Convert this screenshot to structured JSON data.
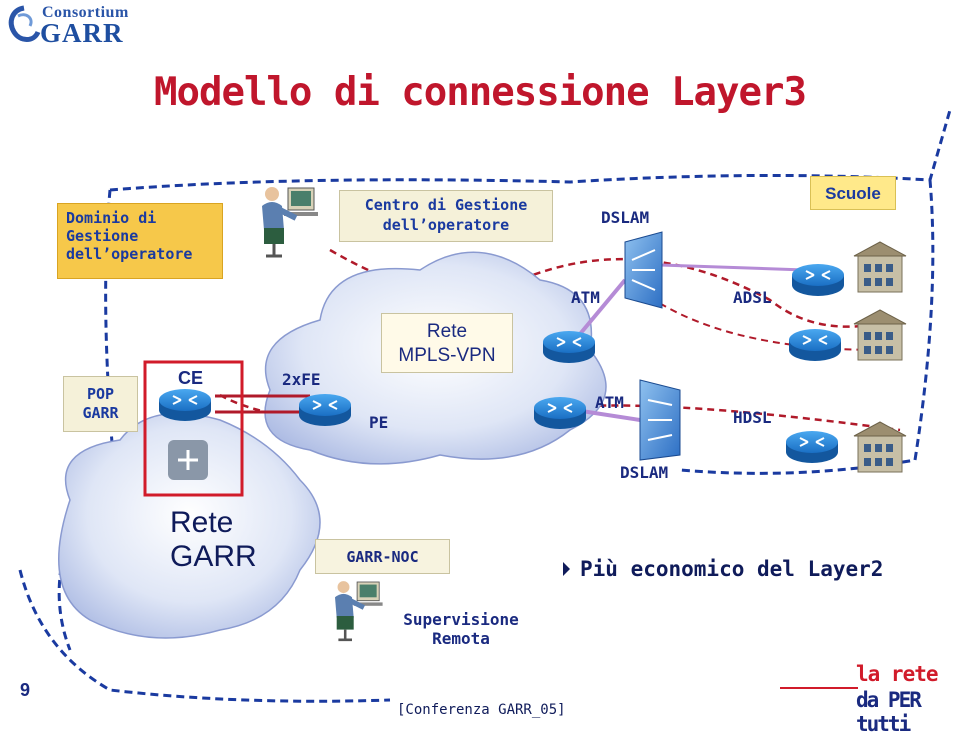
{
  "logo": {
    "line1": "Consortium",
    "line2": "GARR"
  },
  "title": "Modello di connessione Layer3",
  "boxes": {
    "dominio": [
      "Dominio di",
      "Gestione",
      "dell’operatore"
    ],
    "centro": [
      "Centro di Gestione",
      "dell’operatore"
    ],
    "scuole": "Scuole",
    "pop": [
      "POP",
      "GARR"
    ],
    "rete_mpls": [
      "Rete",
      "MPLS-VPN"
    ],
    "garr_noc": "GARR-NOC"
  },
  "labels": {
    "dslam_top": "DSLAM",
    "dslam_bottom": "DSLAM",
    "atm_top": "ATM",
    "atm_bottom": "ATM",
    "adsl": "ADSL",
    "hdsl": "HDSL",
    "ce": "CE",
    "two_fe": "2xFE",
    "pe": "PE",
    "rete_garr": [
      "Rete",
      "GARR"
    ],
    "supervisione": [
      "Supervisione",
      "Remota"
    ]
  },
  "bullet": "Più economico del Layer2",
  "page_number": "9",
  "footer": "[Conferenza GARR_05]",
  "brand_logo": {
    "line1": "la rete",
    "line2": "da PER tutti"
  },
  "colors": {
    "title": "#c0162c",
    "text": "#1a3aa0",
    "router": "#1b7fd1",
    "link_red": "#b01a2a",
    "link_purple": "#b58bd6",
    "dash_blue": "#1a3aa0",
    "highlight_box": "#d11b2a"
  }
}
